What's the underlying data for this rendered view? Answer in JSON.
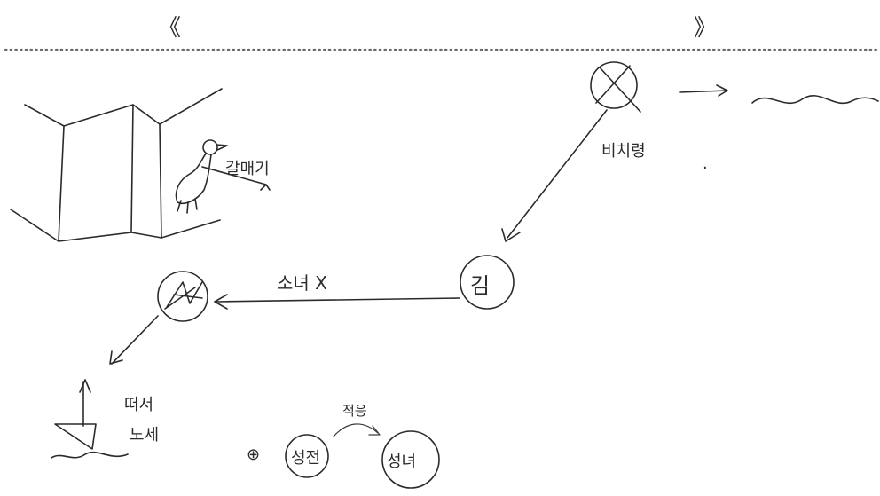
{
  "header": {
    "left_bracket": "《",
    "right_bracket": "》"
  },
  "labels": {
    "seagull": "갈매기",
    "shipwreck": "비치령",
    "kim": "김",
    "sinking": "소녀 X",
    "sailing_line1": "떠서",
    "sailing_line2": "노세",
    "plus": "⊕",
    "succession": "적응",
    "holy": "성전",
    "saint": "성녀",
    "dot": "."
  },
  "colors": {
    "ink": "#2b2b2b",
    "paper": "#ffffff",
    "dotted_rule": "#6a6a6a"
  }
}
